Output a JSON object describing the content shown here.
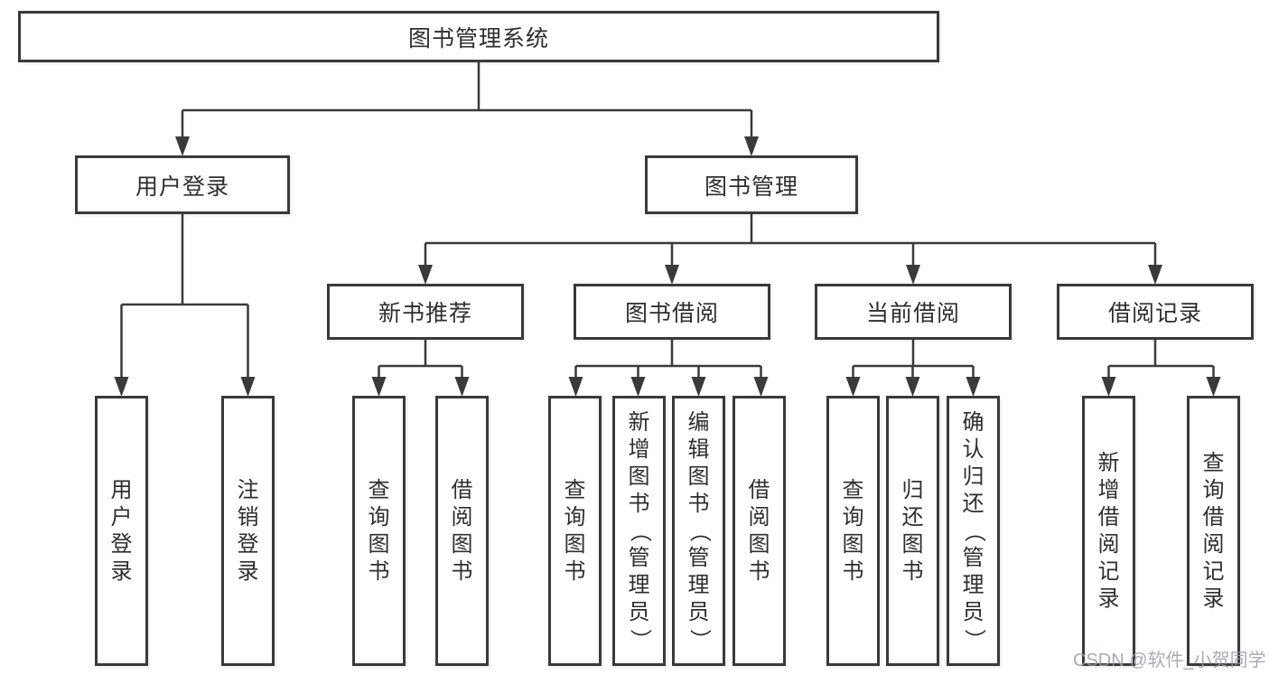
{
  "tree": {
    "root": {
      "label": "图书管理系统"
    },
    "branches": [
      {
        "label": "用户登录",
        "leaves": [
          {
            "label": "用户登录"
          },
          {
            "label": "注销登录"
          }
        ]
      },
      {
        "label": "图书管理",
        "groups": [
          {
            "label": "新书推荐",
            "leaves": [
              {
                "label": "查询图书"
              },
              {
                "label": "借阅图书"
              }
            ]
          },
          {
            "label": "图书借阅",
            "leaves": [
              {
                "label": "查询图书"
              },
              {
                "label": "新增图书（管理员）"
              },
              {
                "label": "编辑图书（管理员）"
              },
              {
                "label": "借阅图书"
              }
            ]
          },
          {
            "label": "当前借阅",
            "leaves": [
              {
                "label": "查询图书"
              },
              {
                "label": "归还图书"
              },
              {
                "label": "确认归还（管理员）"
              }
            ]
          },
          {
            "label": "借阅记录",
            "leaves": [
              {
                "label": "新增借阅记录"
              },
              {
                "label": "查询借阅记录"
              }
            ]
          }
        ]
      }
    ]
  },
  "watermark": "CSDN @软件_小贺同学",
  "colors": {
    "line": "#3a3a3a",
    "box_border": "#3a3a3a",
    "text": "#2e2e2e",
    "background": "#ffffff",
    "watermark": "#979ea6"
  }
}
